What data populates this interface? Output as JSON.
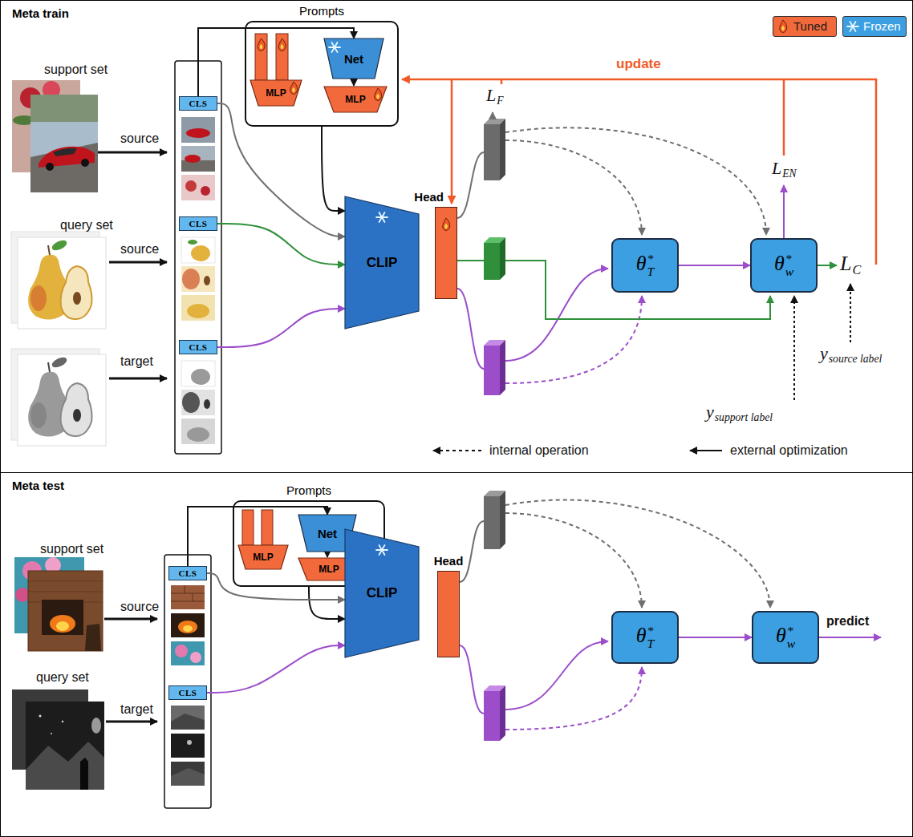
{
  "diagram": {
    "nodes": [
      {
        "text": [
          "Meta train"
        ]
      },
      {
        "text": [
          "Prompts"
        ],
        "in": 0
      },
      {
        "text": [
          "MLP"
        ],
        "in": 1
      },
      {
        "text": [
          "Net"
        ],
        "in": 1
      },
      {
        "text": [
          "MLP"
        ],
        "in": 1
      },
      {
        "text": [
          "CLS"
        ],
        "in": 0
      },
      {
        "text": [
          "CLS"
        ],
        "in": 0
      },
      {
        "text": [
          "CLS"
        ],
        "in": 0
      },
      {
        "text": [
          "CLIP"
        ],
        "in": 0
      },
      {
        "text": [
          "Head"
        ],
        "in": 0
      },
      {
        "text": [
          "θ*T"
        ],
        "in": 0
      },
      {
        "text": [
          "θ*w"
        ],
        "in": 0
      },
      {
        "text": [
          "Meta test"
        ]
      },
      {
        "text": [
          "Prompts"
        ],
        "in": 12
      },
      {
        "text": [
          "MLP"
        ],
        "in": 13
      },
      {
        "text": [
          "Net"
        ],
        "in": 13
      },
      {
        "text": [
          "MLP"
        ],
        "in": 13
      },
      {
        "text": [
          "CLS"
        ],
        "in": 12
      },
      {
        "text": [
          "CLS"
        ],
        "in": 12
      },
      {
        "text": [
          "CLIP"
        ],
        "in": 12
      },
      {
        "text": [
          "Head"
        ],
        "in": 12
      },
      {
        "text": [
          "θ*T"
        ],
        "in": 12
      },
      {
        "text": [
          "θ*w"
        ],
        "in": 12
      }
    ],
    "edges": [
      {
        "from": 5,
        "to": 3,
        "arrow": "to"
      },
      {
        "from": 1,
        "to": 8,
        "arrow": "to"
      },
      {
        "from": 5,
        "to": 8,
        "arrow": "to"
      },
      {
        "from": 6,
        "to": 8,
        "arrow": "to"
      },
      {
        "from": 7,
        "to": 8,
        "arrow": "to"
      },
      {
        "from": 10,
        "to": 11,
        "arrow": "to"
      },
      {
        "from": 17,
        "to": 15,
        "arrow": "to"
      },
      {
        "from": 13,
        "to": 19,
        "arrow": "to"
      },
      {
        "from": 17,
        "to": 19,
        "arrow": "to"
      },
      {
        "from": 18,
        "to": 19,
        "arrow": "to"
      },
      {
        "from": 21,
        "to": 22,
        "arrow": "to"
      }
    ],
    "labels": [
      "support set",
      "source",
      "query set",
      "source",
      "target",
      "update",
      "LF",
      "LEN",
      "LC",
      "ysource label",
      "ysupport label",
      "support set",
      "source",
      "query set",
      "target",
      "predict"
    ],
    "legend": [
      {
        "text": "Tuned",
        "color": "#f26a3c"
      },
      {
        "text": "Frozen",
        "color": "#3b9fe2"
      },
      {
        "text": "internal operation"
      },
      {
        "text": "external optimization"
      }
    ]
  }
}
